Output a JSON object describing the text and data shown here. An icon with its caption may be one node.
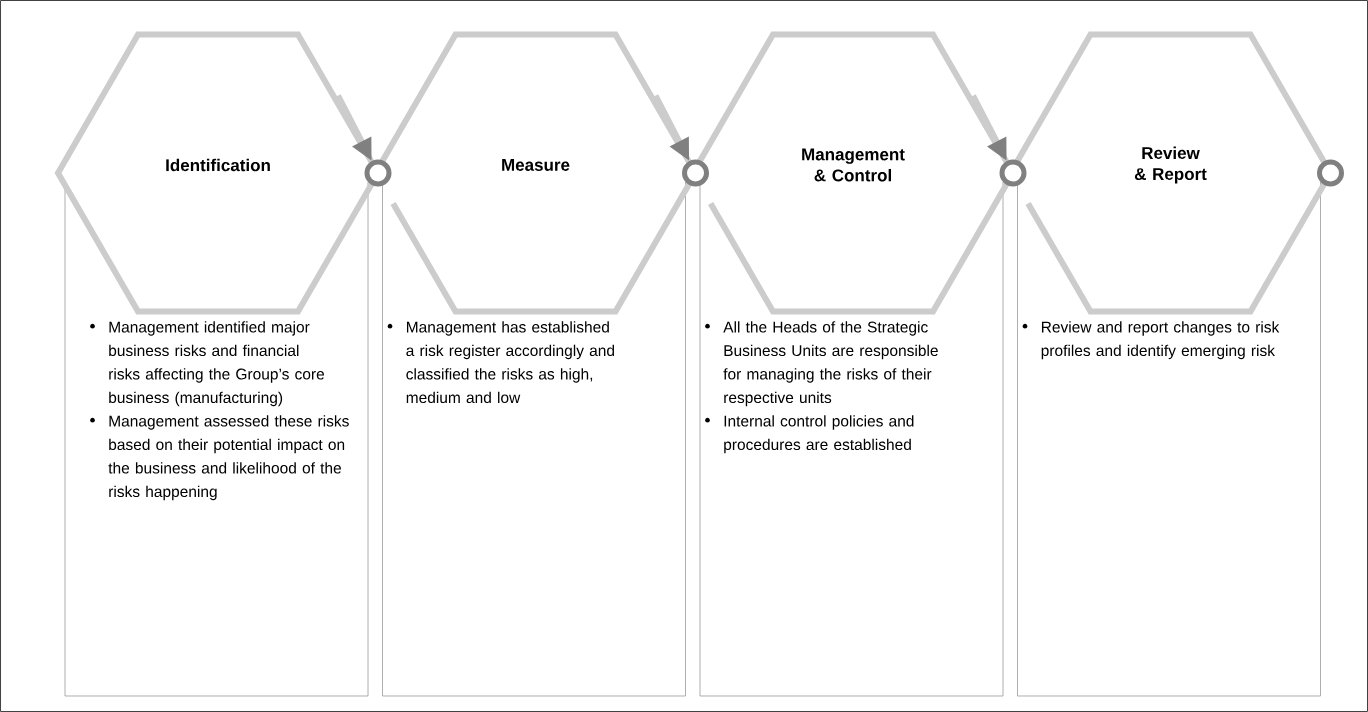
{
  "diagram": {
    "nodes": [
      {
        "text": [
          "Identification"
        ]
      },
      {
        "text": [
          "Measure"
        ]
      },
      {
        "text": [
          "Management & Control"
        ]
      },
      {
        "text": [
          "Review & Report"
        ]
      },
      {
        "text": [
          "Management identified major business risks and financial risks affecting the Group’s core business (manufacturing)",
          "Management assessed these risks based on their potential impact on the business and likelihood of the risks happening"
        ]
      },
      {
        "text": [
          "Management has established a risk register accordingly and classified the risks as high, medium and low"
        ]
      },
      {
        "text": [
          "All the Heads of the Strategic Business Units are responsible for managing the risks of their respective units",
          "Internal control policies and procedures are established"
        ]
      },
      {
        "text": [
          "Review and report changes to risk profiles and identify emerging risk"
        ]
      },
      {
        "text": [],
        "shape": "circle"
      },
      {
        "text": [],
        "shape": "circle"
      },
      {
        "text": [],
        "shape": "circle"
      },
      {
        "text": [],
        "shape": "circle"
      }
    ],
    "edges": [
      {
        "from": 0,
        "to": 8,
        "arrow": "to"
      },
      {
        "from": 1,
        "to": 9,
        "arrow": "to"
      },
      {
        "from": 2,
        "to": 10,
        "arrow": "to"
      }
    ]
  }
}
